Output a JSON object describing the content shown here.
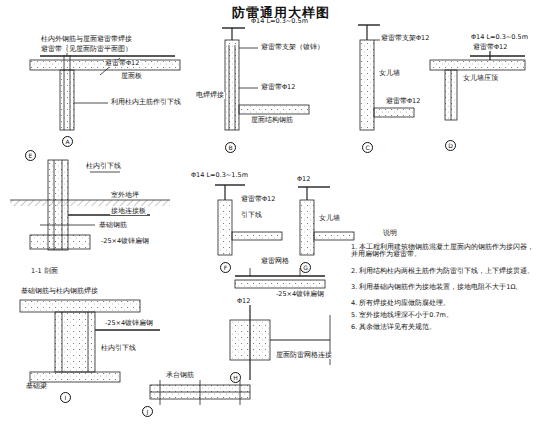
{
  "diagram": {
    "title": "防雷通用大样图",
    "labels": [
      "柱内外钢筋与屋面避雷带焊接",
      "避雷带（见屋面防雷平面图）",
      "避雷带Φ12",
      "利用柱内主筋作引下线",
      "屋面板",
      "A",
      "Φ14 L=0.3~0.5m",
      "避雷带支架（镀锌）",
      "避雷带Φ12",
      "屋面结构钢筋",
      "电焊焊接",
      "B",
      "避雷带支架Φ12",
      "女儿墙",
      "避雷带Φ12",
      "C",
      "Φ14 L=0.3~0.5m",
      "避雷带Φ12",
      "女儿墙压顶",
      "D",
      "柱内引下线",
      "室外地坪",
      "接地连接板",
      "基础钢筋",
      "-25×4镀锌扁钢",
      "1-1 剖面",
      "E",
      "Φ14 L=0.3~1.5m",
      "避雷带Φ12",
      "引下线",
      "F",
      "Φ12",
      "女儿墙",
      "G",
      "避雷网格",
      "-25×4镀锌扁钢",
      "Φ12",
      "屋面防雷网格连接",
      "H",
      "基础钢筋与柱内钢筋焊接",
      "柱内引下线",
      "-25×4镀锌扁钢",
      "I",
      "基础梁",
      "承台钢筋",
      "J",
      "说明",
      "1. 本工程利用建筑物钢筋混凝土屋面内的钢筋作为接闪器，并用扁钢作为避雷带。",
      "2. 利用结构柱内两根主筋作为防雷引下线，上下焊接贯通。",
      "3. 利用基础内钢筋作为接地装置，接地电阻不大于1Ω。",
      "4. 所有焊接处均应做防腐处理。",
      "5. 室外接地线埋深不小于0.7m。",
      "6. 其余做法详见有关规范。"
    ]
  }
}
